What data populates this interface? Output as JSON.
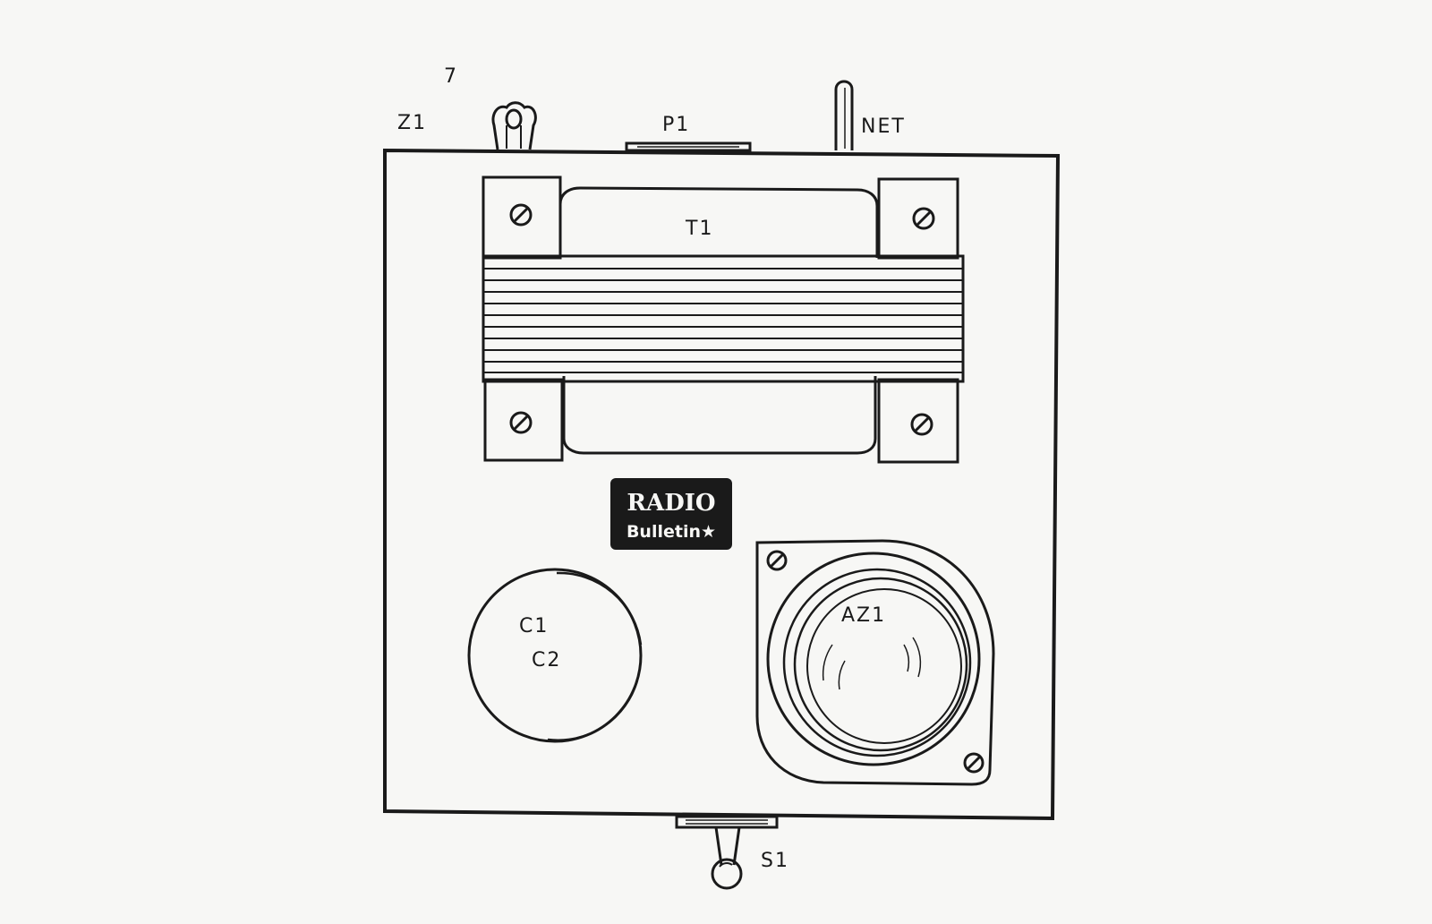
{
  "diagram": {
    "labels": {
      "z1": "Z1",
      "p1": "P1",
      "net": "NET",
      "t1": "T1",
      "c1": "C1",
      "c2": "C2",
      "az1": "AZ1",
      "s1": "S1",
      "corner_mark": "7"
    },
    "logo": {
      "line1": "RADIO",
      "line2": "Bulletin★"
    }
  }
}
